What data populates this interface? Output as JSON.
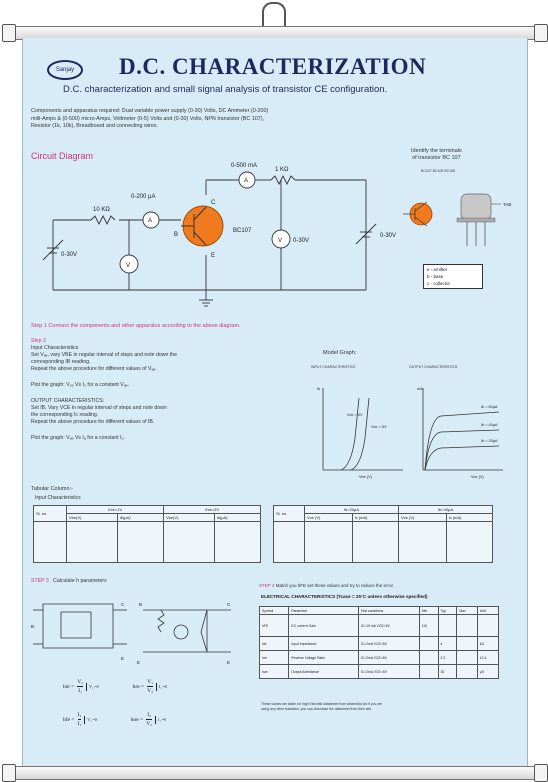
{
  "header": {
    "logo_text": "Sanjay",
    "title": "D.C. CHARACTERIZATION",
    "subtitle": "D.C. characterization and small signal analysis of  transistor CE  configuration."
  },
  "components": {
    "line1": "Components and apparatus required: Dual variable power supply (0-30) Volts, DC Ammeter (0-200)",
    "line2": "milli-Amps & (0-500) micro-Amps, Voltmeter (0-5) Volts and (0-30) Volts, NPN transistor (BC 107),",
    "line3": "Resistor (1k, 10k), Breadboard and connecting wires."
  },
  "circuit": {
    "heading": "Circuit Diagram",
    "ammeter_top": "0-500 mA",
    "ammeter_left": "0-200 µA",
    "r_left": "10 KΩ",
    "r_top": "1 KΩ",
    "supply_left": "0-30V",
    "supply_right": "0-30V",
    "volt_meter": "0-30V",
    "transistor": "BC107",
    "terminal_c": "C",
    "terminal_b": "B",
    "terminal_e": "E",
    "meter_a": "A",
    "meter_v": "V"
  },
  "identify": {
    "title_line1": "Identify the terminals",
    "title_line2": "of transistor BC 107",
    "pin_label": "BC107  BC109  BC108",
    "tab_label": "TAB",
    "legend": [
      "e - emitter",
      "b - base",
      "c - collector"
    ]
  },
  "step1": "Step 1 Connect the components and other apparatus according to the above diagram.",
  "step2": {
    "heading": "Step 2",
    "input_char": "Input Characteristics",
    "line_a": "Set Vₐₑ, vary VBE in regular interval of steps and note down the",
    "line_b": "corresponding IB reading.",
    "line_c": "Repeat the above procedure for different values of Vₐₑ.",
    "plot1": "Plot the graph: V₂ₑ Vs I₂ for a constant Vₐₑ.",
    "output_char": "OUTPUT CHARACTERISTICS:",
    "out_a": "Set IB, Vary VCE in regular interval of steps and note down",
    "out_b": "the corresponding Ic reading.",
    "out_c": "Repeat the above procedure for different values of IB.",
    "plot2": "Plot the graph: Vₐₑ Vs Iₐ for a constant I₂."
  },
  "model_graph": {
    "title": "Model Graph:",
    "in_label": "INPUT CHARACTERISTICS",
    "out_label": "OUTPUT CHARACTERISTICS",
    "in_curves": [
      "Vce = 0V",
      "Vce = 5V"
    ],
    "out_curves": [
      "Ib = 60µA",
      "Ib = 40µA",
      "Ib = 20µA"
    ],
    "in_x": "Vbe (V)",
    "out_x": "Vce (V)",
    "in_y": "Ib",
    "out_y": "mA"
  },
  "tabular": {
    "heading": "Tabular Column:-",
    "input_char": "Input Characteristics",
    "t1_col": "Sl. no.",
    "t1_groups": [
      "Vce=1V",
      "Vce=2V"
    ],
    "t1_sub": [
      "Vbe(V)",
      "Ib(µA)",
      "Vbe(V)",
      "Ib(µA)"
    ],
    "t2_col": "Sl. no.",
    "t2_groups": [
      "Ib=20µA",
      "Ib=40µA"
    ],
    "t2_sub": [
      "Vce (V)",
      "Ic (mA)",
      "Vce (V)",
      "Ic (mA)"
    ]
  },
  "step3": {
    "label": "STEP 3",
    "text": "Calculate h parameters"
  },
  "step4": {
    "label": "STEP 4",
    "text": "Match you hFE set these values and try to reduce the error.",
    "table_title": "ELECTRICAL CHARACTERISTICS (Tcase = 25°C unless otherwise specified)",
    "columns": [
      "Symbol",
      "Parameter",
      "Test conditions",
      "Min",
      "Typ",
      "Max",
      "Unit"
    ],
    "rows": [
      [
        "hFE",
        "DC current Gain",
        "IC=10 mA VCE=5V",
        "110",
        "",
        "",
        ""
      ],
      [
        "hie",
        "Input Impedance",
        "IC=2mA VCE=5V",
        "",
        "4",
        "",
        "kΩ"
      ],
      [
        "hre",
        "Reverse Voltage Ratio",
        "IC=2mA VCE=5V",
        "",
        "2.2",
        "",
        "10-4"
      ],
      [
        "hoe",
        "Output Admittance",
        "IC=2mA VCE=5V",
        "",
        "30",
        "",
        "µS"
      ]
    ],
    "footnote_1": "These values are taken for high Fairchild datasheet from wikimedia but if you are",
    "footnote_2": "using any other transistor, you can download the datasheet from their site."
  },
  "formulas": {
    "hie_lhs": "hie =",
    "hre_lhs": "hre =",
    "hfe_lhs": "hfe =",
    "hoe_lhs": "hoe =",
    "hie_num": "V₁",
    "hie_den": "I₁",
    "hie_cond": "V₂ =0",
    "hre_num": "V₁",
    "hre_den": "V₂",
    "hre_cond": "I₁ =0",
    "hfe_num": "I₂",
    "hfe_den": "I₁",
    "hfe_cond": "V₂ =0",
    "hoe_num": "I₂",
    "hoe_den": "V₂",
    "hoe_cond": "I₁ =0"
  },
  "colors": {
    "sheet": "#d8ecf8",
    "title": "#1b2a5c",
    "heading_pink": "#d4307a",
    "transistor": "#f07a1e"
  }
}
